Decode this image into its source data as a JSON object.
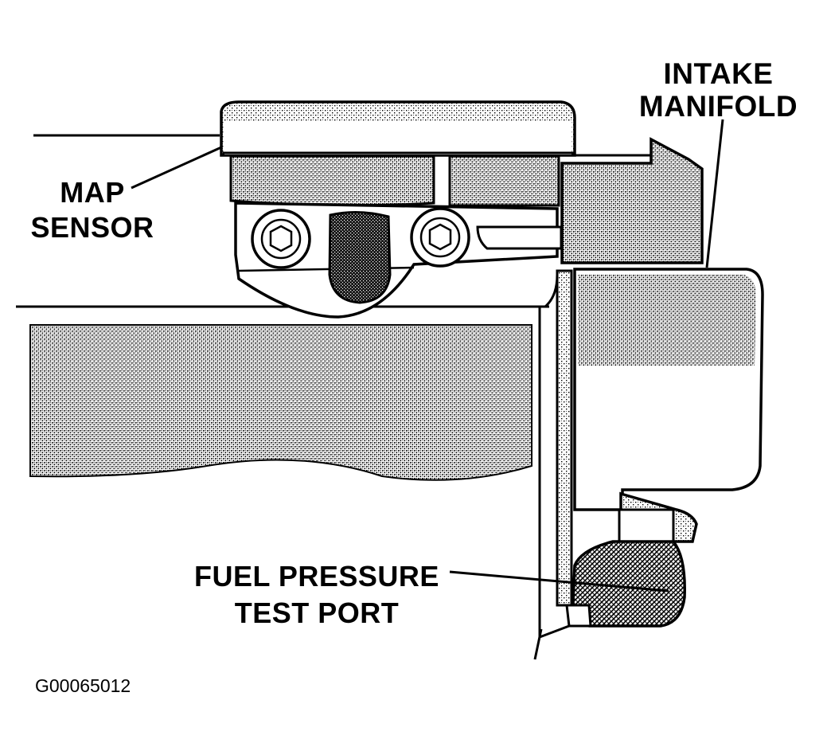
{
  "labels": {
    "intake_manifold": [
      "INTAKE",
      "MANIFOLD"
    ],
    "map_sensor": [
      "MAP",
      "SENSOR"
    ],
    "fuel_pressure_test_port": [
      "FUEL PRESSURE",
      "TEST PORT"
    ]
  },
  "figure_id": "G00065012",
  "colors": {
    "ink": "#000000",
    "paper": "#ffffff"
  }
}
